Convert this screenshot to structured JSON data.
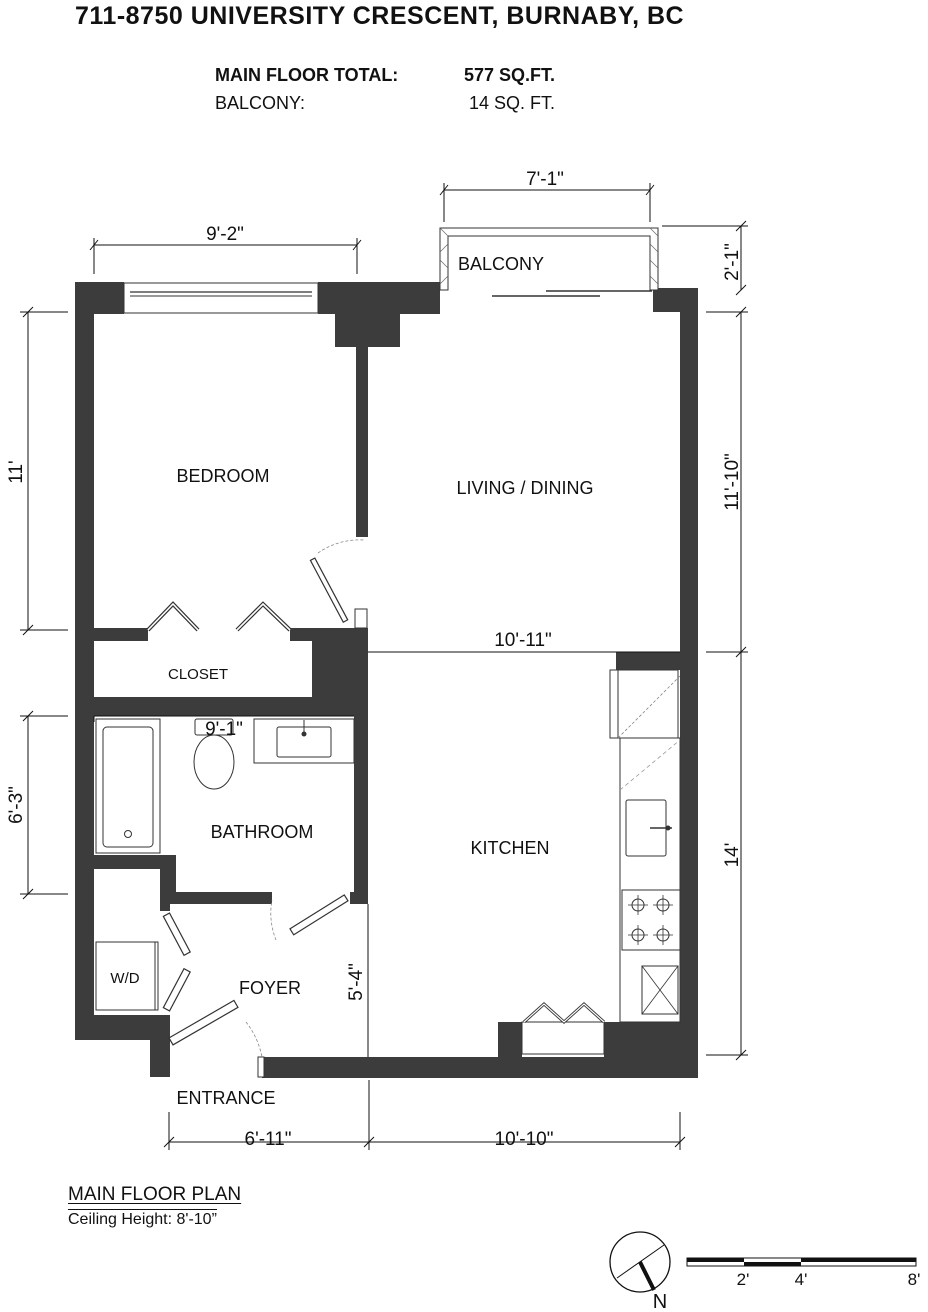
{
  "header": {
    "title": "711-8750 UNIVERSITY CRESCENT, BURNABY, BC",
    "main_floor_label": "MAIN FLOOR TOTAL:",
    "main_floor_value": "577 SQ.FT.",
    "balcony_label": "BALCONY:",
    "balcony_value": "14 SQ. FT."
  },
  "rooms": {
    "balcony": "BALCONY",
    "bedroom": "BEDROOM",
    "living": "LIVING / DINING",
    "closet": "CLOSET",
    "bathroom": "BATHROOM",
    "kitchen": "KITCHEN",
    "foyer": "FOYER",
    "wd": "W/D",
    "entrance": "ENTRANCE"
  },
  "dimensions": {
    "balcony_width": "7'-1\"",
    "balcony_depth": "2'-1\"",
    "bedroom_width": "9'-2\"",
    "bedroom_height": "11'",
    "living_height": "11'-10\"",
    "living_width": "10'-11\"",
    "bathroom_width": "9'-1\"",
    "bathroom_height": "6'-3\"",
    "kitchen_height": "14'",
    "foyer_height": "5'-4\"",
    "foyer_width": "6'-11\"",
    "kitchen_width": "10'-10\""
  },
  "footer": {
    "plan_title": "MAIN FLOOR PLAN",
    "ceiling": "Ceiling Height: 8'-10”"
  },
  "scale": {
    "labels": [
      "2'",
      "4'",
      "8'"
    ]
  },
  "compass": {
    "label": "N"
  }
}
